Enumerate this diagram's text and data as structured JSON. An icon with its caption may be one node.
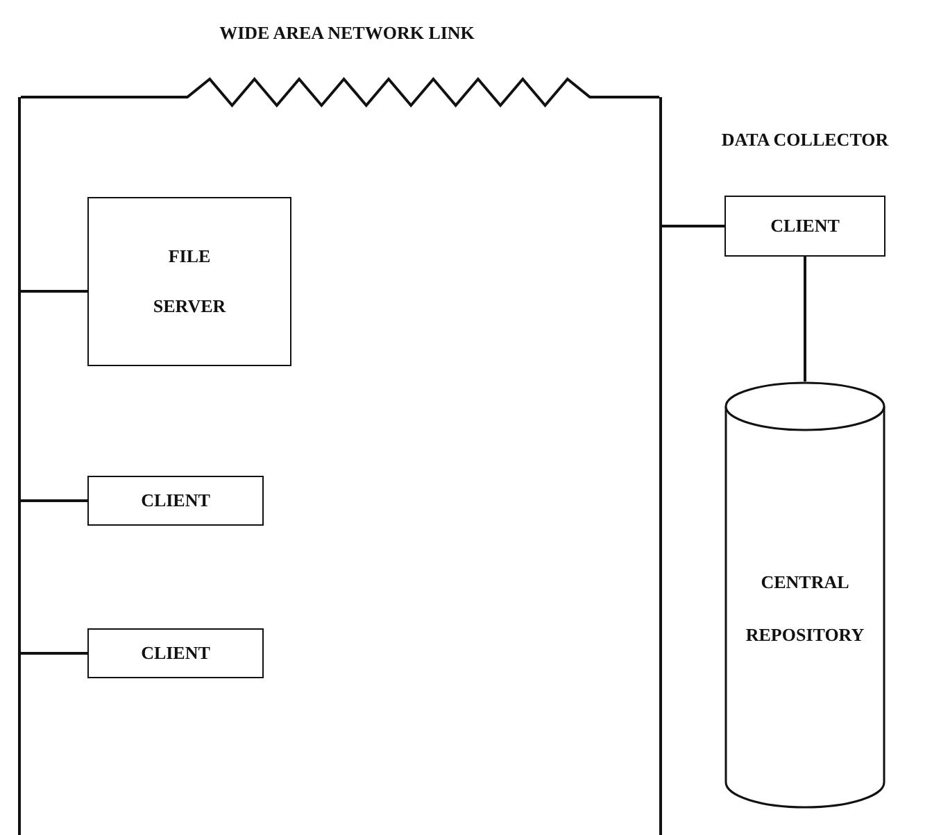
{
  "diagram": {
    "nodes": [
      {
        "text": [],
        "shape": "bar"
      },
      {
        "text": [],
        "shape": "bar"
      },
      {
        "text": [
          "FILE SERVER"
        ]
      },
      {
        "text": [
          "CLIENT"
        ]
      },
      {
        "text": [
          "CLIENT"
        ]
      },
      {
        "text": [
          "CLIENT"
        ],
        "beside": [
          "DATA COLLECTOR"
        ]
      },
      {
        "text": [
          "CENTRAL REPOSITORY"
        ]
      }
    ],
    "edges": [
      {
        "from": 0,
        "to": 1,
        "arrow": "none",
        "label": "WIDE AREA NETWORK LINK"
      },
      {
        "from": 0,
        "to": 2,
        "arrow": "none"
      },
      {
        "from": 0,
        "to": 3,
        "arrow": "none"
      },
      {
        "from": 0,
        "to": 4,
        "arrow": "none"
      },
      {
        "from": 1,
        "to": 5,
        "arrow": "none"
      },
      {
        "from": 5,
        "to": 6,
        "arrow": "none"
      }
    ]
  }
}
